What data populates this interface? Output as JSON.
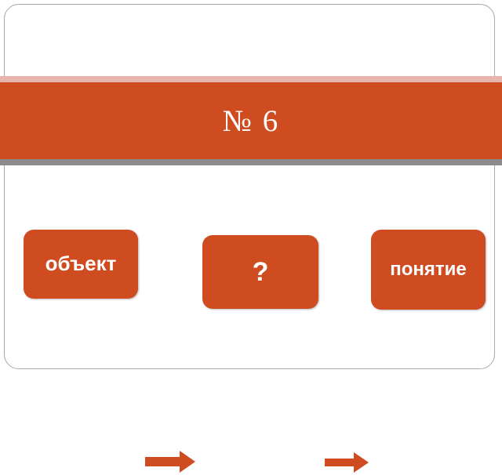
{
  "slide": {
    "title": "№ 6",
    "colors": {
      "accent_orange": "#cf4b20",
      "accent_light": "#e8b5ae",
      "divider_gray": "#8c8c8c",
      "frame_border": "#a9a9a9",
      "background": "#ffffff",
      "text_on_accent": "#ffffff"
    }
  },
  "diagram": {
    "type": "flow",
    "nodes": [
      {
        "id": "object",
        "label": "объект"
      },
      {
        "id": "unknown",
        "label": "?"
      },
      {
        "id": "concept",
        "label": "понятие"
      }
    ],
    "connectors": [
      {
        "id": "arrow-1",
        "from": "object",
        "to": "unknown",
        "shape": "right-arrow"
      },
      {
        "id": "arrow-2",
        "from": "unknown",
        "to": "concept",
        "shape": "right-arrow"
      }
    ]
  }
}
